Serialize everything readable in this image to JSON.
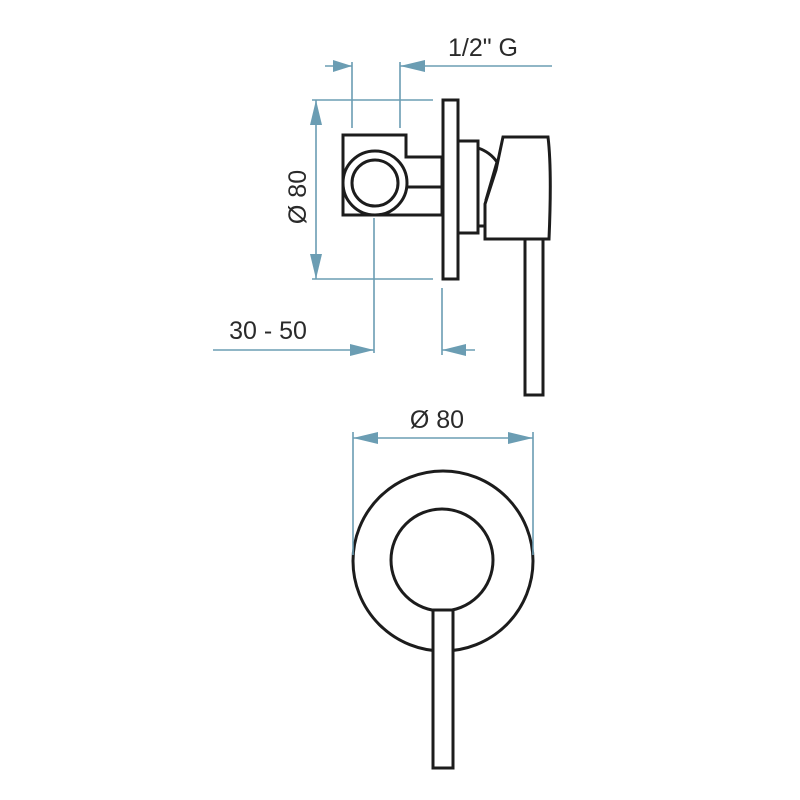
{
  "labels": {
    "thread": "1/2\" G",
    "side_diameter": "Ø 80",
    "depth_range": "30 - 50",
    "front_diameter": "Ø 80"
  },
  "colors": {
    "dimension": "#6b9db3",
    "outline": "#1c1c1c"
  }
}
